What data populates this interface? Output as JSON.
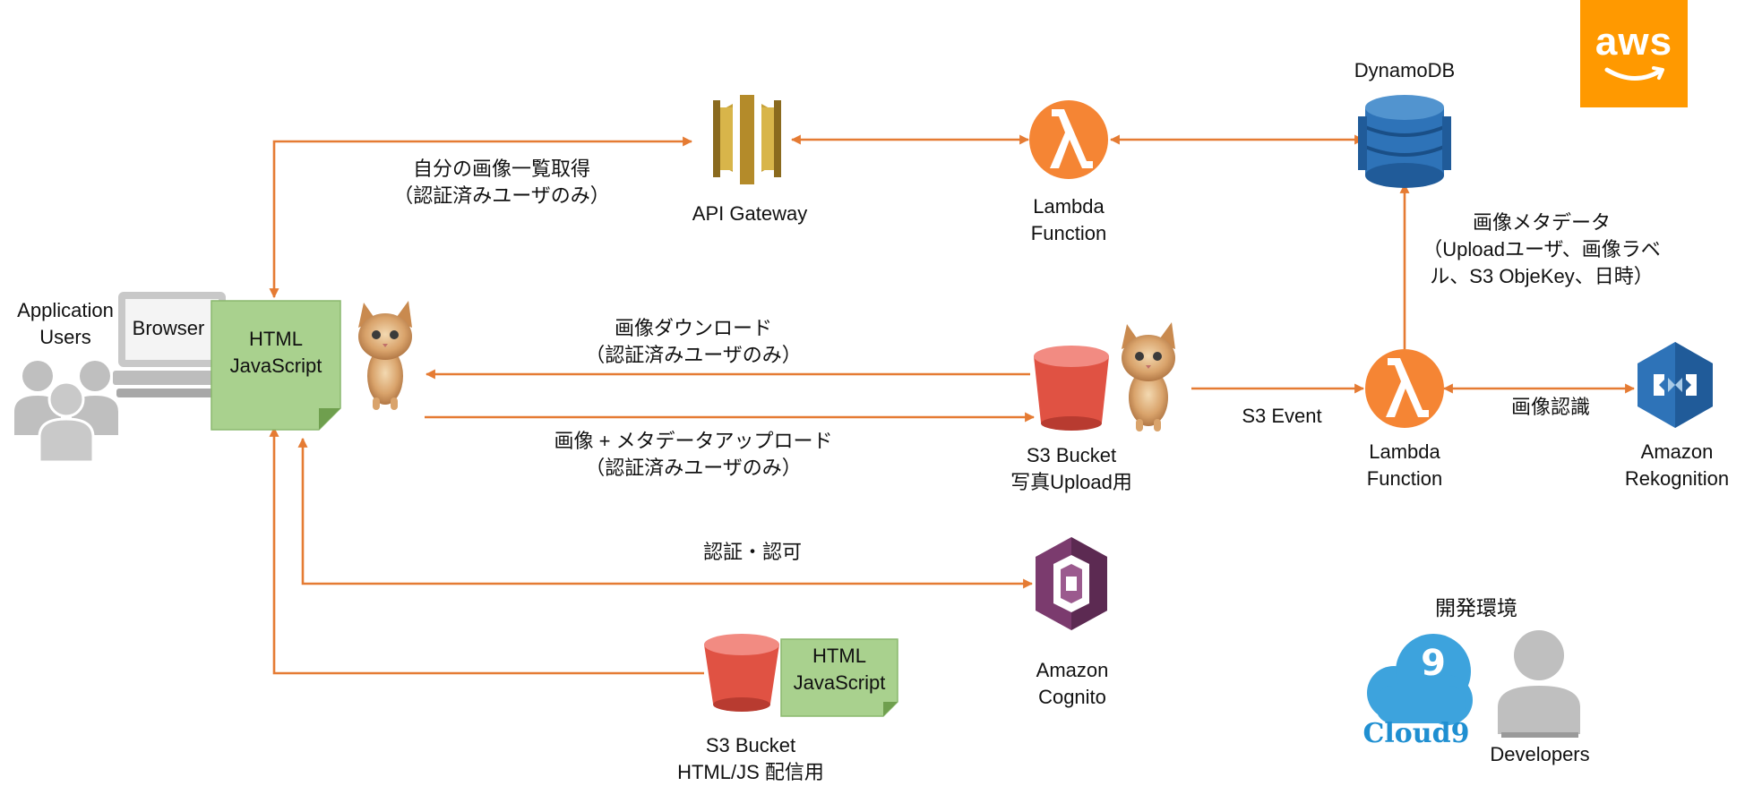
{
  "colors": {
    "arrow": "#e57b33",
    "lambda_orange": "#f58534",
    "s3_red": "#e05243",
    "dynamo_blue": "#2e73b8",
    "rekognition_blue": "#2e73b8",
    "cognito_purple": "#7b3b6e",
    "apigw_gold": "#c7a23a",
    "doc_green": "#a9d18e",
    "user_gray": "#bfbfbf",
    "cloud9_blue": "#3da3dd",
    "aws_orange": "#ff9900"
  },
  "logo": {
    "text": "aws",
    "icon": "aws-smile-icon"
  },
  "nodes": {
    "users": {
      "line1": "Application",
      "line2": "Users",
      "icon": "users-icon"
    },
    "browser": {
      "label": "Browser",
      "icon": "monitor-icon"
    },
    "html_doc": {
      "line1": "HTML",
      "line2": "JavaScript",
      "icon": "document-icon"
    },
    "api_gateway": {
      "label": "API Gateway",
      "icon": "api-gateway-icon"
    },
    "lambda_top": {
      "line1": "Lambda",
      "line2": "Function",
      "icon": "lambda-icon"
    },
    "dynamodb": {
      "label": "DynamoDB",
      "icon": "dynamodb-icon"
    },
    "s3_upload": {
      "line1": "S3 Bucket",
      "line2": "写真Upload用",
      "icon": "s3-bucket-icon"
    },
    "lambda_mid": {
      "line1": "Lambda",
      "line2": "Function",
      "icon": "lambda-icon"
    },
    "rekognition": {
      "line1": "Amazon",
      "line2": "Rekognition",
      "icon": "rekognition-icon"
    },
    "cognito": {
      "line1": "Amazon",
      "line2": "Cognito",
      "icon": "cognito-icon"
    },
    "s3_static": {
      "line1": "S3 Bucket",
      "line2": "HTML/JS 配信用",
      "icon": "s3-bucket-icon"
    },
    "static_doc": {
      "line1": "HTML",
      "line2": "JavaScript",
      "icon": "document-icon"
    },
    "dev_env": {
      "title": "開発環境"
    },
    "cloud9": {
      "number": "9",
      "label": "Cloud9",
      "icon": "cloud9-icon"
    },
    "developers": {
      "label": "Developers",
      "icon": "developer-icon"
    },
    "cat1": {
      "icon": "cat-photo-icon"
    },
    "cat2": {
      "icon": "cat-photo-icon"
    }
  },
  "edges": {
    "list_images": {
      "line1": "自分の画像一覧取得",
      "line2": "（認証済みユーザのみ）"
    },
    "download": {
      "line1": "画像ダウンロード",
      "line2": "（認証済みユーザのみ）"
    },
    "upload": {
      "line1": "画像 + メタデータアップロード",
      "line2": "（認証済みユーザのみ）"
    },
    "auth": {
      "label": "認証・認可"
    },
    "s3_event": {
      "label": "S3 Event"
    },
    "recognition": {
      "label": "画像認識"
    },
    "metadata": {
      "line1": "画像メタデータ",
      "line2": "（Uploadユーザ、画像ラベ",
      "line3": "ル、S3 ObjeKey、日時）"
    }
  }
}
